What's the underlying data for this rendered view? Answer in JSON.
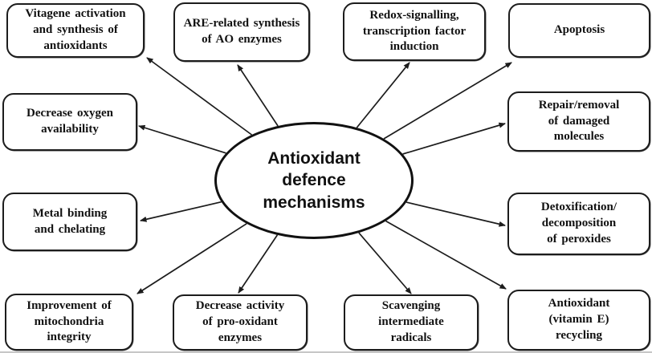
{
  "figure": {
    "title": "Antioxidant defence mechanisms diagram",
    "center": {
      "lines": [
        "Antioxidant",
        "defence",
        "mechanisms"
      ]
    },
    "nodes": [
      {
        "id": "vitagene",
        "lines": [
          "Vitagene activation",
          "and synthesis of",
          "antioxidants"
        ]
      },
      {
        "id": "are",
        "lines": [
          "ARE-related synthesis",
          "of AO enzymes"
        ]
      },
      {
        "id": "redox",
        "lines": [
          "Redox-signalling,",
          "transcription factor",
          "induction"
        ]
      },
      {
        "id": "apoptosis",
        "lines": [
          "Apoptosis"
        ]
      },
      {
        "id": "oxygen",
        "lines": [
          "Decrease oxygen",
          "availability"
        ]
      },
      {
        "id": "repair",
        "lines": [
          "Repair/removal",
          "of damaged",
          "molecules"
        ]
      },
      {
        "id": "metal",
        "lines": [
          "Metal binding",
          "and chelating"
        ]
      },
      {
        "id": "detox",
        "lines": [
          "Detoxification/",
          "decomposition",
          "of peroxides"
        ]
      },
      {
        "id": "mitochondria",
        "lines": [
          "Improvement of",
          "mitochondria",
          "integrity"
        ]
      },
      {
        "id": "prooxidant",
        "lines": [
          "Decrease activity",
          "of pro-oxidant",
          "enzymes"
        ]
      },
      {
        "id": "scavenging",
        "lines": [
          "Scavenging",
          "intermediate",
          "radicals"
        ]
      },
      {
        "id": "vitamin_e",
        "lines": [
          "Antioxidant",
          "(vitamin E)",
          "recycling"
        ]
      }
    ],
    "edges": [
      {
        "from": "center",
        "to": "vitagene"
      },
      {
        "from": "center",
        "to": "are"
      },
      {
        "from": "center",
        "to": "redox"
      },
      {
        "from": "center",
        "to": "apoptosis"
      },
      {
        "from": "center",
        "to": "repair"
      },
      {
        "from": "center",
        "to": "detox"
      },
      {
        "from": "center",
        "to": "vitamin_e"
      },
      {
        "from": "center",
        "to": "scavenging"
      },
      {
        "from": "center",
        "to": "prooxidant"
      },
      {
        "from": "center",
        "to": "mitochondria"
      },
      {
        "from": "center",
        "to": "metal"
      },
      {
        "from": "center",
        "to": "oxygen"
      }
    ],
    "colors": {
      "line": "#1c1c1c",
      "text": "#111111",
      "background": "#ffffff"
    }
  }
}
